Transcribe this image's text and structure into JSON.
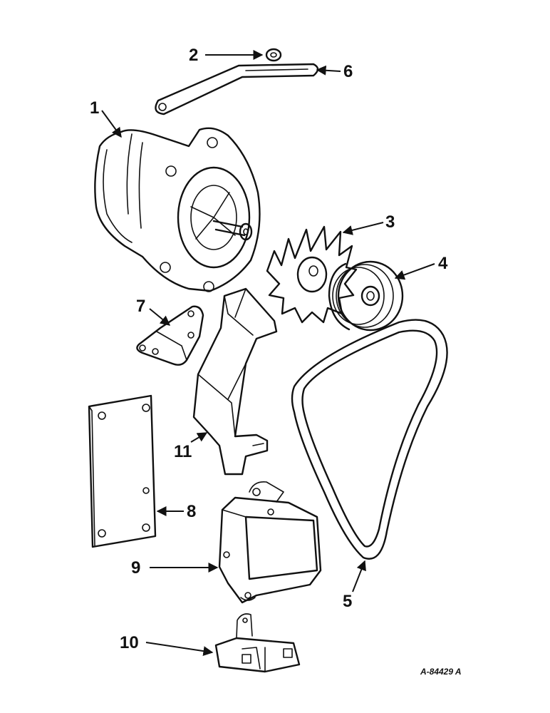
{
  "diagram": {
    "reference_code": "A-84429 A",
    "colors": {
      "ink": "#111111",
      "paper": "#ffffff"
    },
    "parts": [
      {
        "callout": "1",
        "part": "alternator"
      },
      {
        "callout": "2",
        "part": "nut"
      },
      {
        "callout": "3",
        "part": "fan"
      },
      {
        "callout": "4",
        "part": "pulley"
      },
      {
        "callout": "5",
        "part": "belt"
      },
      {
        "callout": "6",
        "part": "adjusting-strap"
      },
      {
        "callout": "7",
        "part": "mounting-bracket"
      },
      {
        "callout": "8",
        "part": "mounting-plate"
      },
      {
        "callout": "9",
        "part": "voltage-regulator"
      },
      {
        "callout": "10",
        "part": "connector-block"
      },
      {
        "callout": "11",
        "part": "shield-bracket"
      }
    ]
  }
}
